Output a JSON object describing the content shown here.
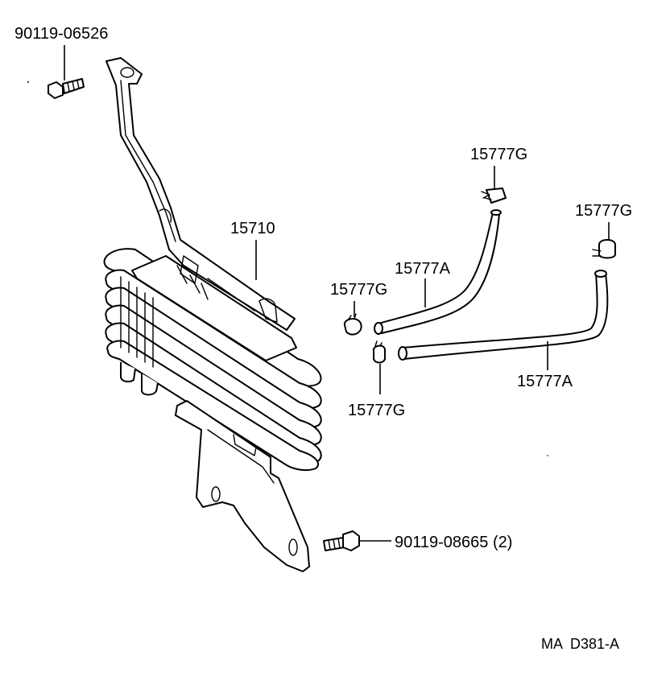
{
  "diagram": {
    "parts": [
      {
        "id": "bolt-top",
        "number": "90119-06526"
      },
      {
        "id": "cooler",
        "number": "15710"
      },
      {
        "id": "clip-upper",
        "number": "15777G"
      },
      {
        "id": "clip-right",
        "number": "15777G"
      },
      {
        "id": "clip-left",
        "number": "15777G"
      },
      {
        "id": "clip-lower",
        "number": "15777G"
      },
      {
        "id": "hose-upper",
        "number": "15777A"
      },
      {
        "id": "hose-lower",
        "number": "15777A"
      },
      {
        "id": "bolt-bottom",
        "number": "90119-08665 (2)"
      }
    ],
    "drawing_code": "MA  D381-A"
  }
}
